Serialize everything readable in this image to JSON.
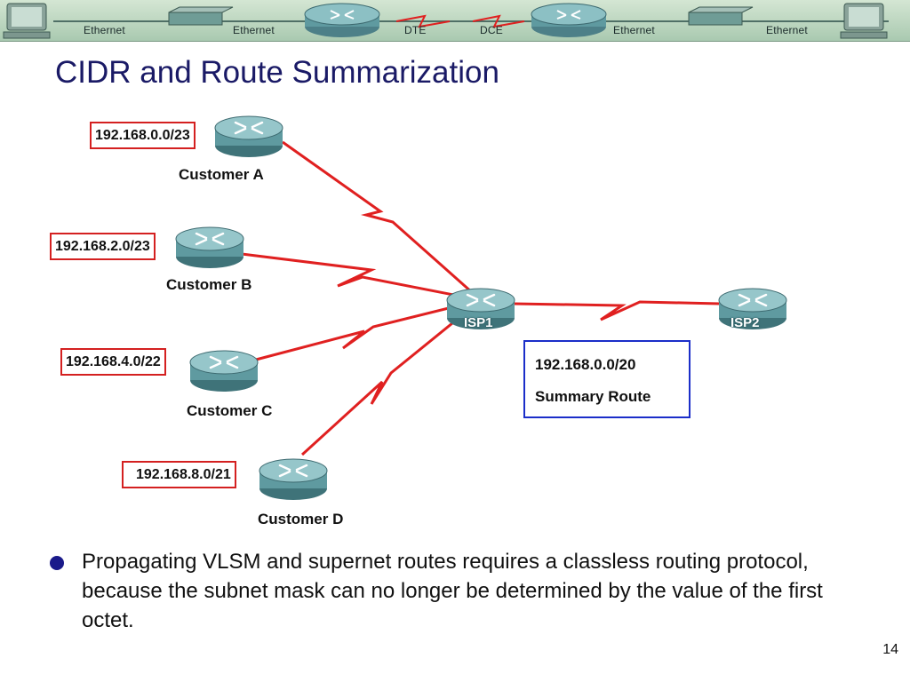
{
  "banner": {
    "labels": [
      "Ethernet",
      "Ethernet",
      "DTE",
      "DCE",
      "Ethernet",
      "Ethernet"
    ]
  },
  "title": "CIDR and Route Summarization",
  "customers": [
    {
      "name": "Customer A",
      "prefix": "192.168.0.0/23"
    },
    {
      "name": "Customer B",
      "prefix": "192.168.2.0/23"
    },
    {
      "name": "Customer C",
      "prefix": "192.168.4.0/22"
    },
    {
      "name": "Customer D",
      "prefix": "192.168.8.0/21"
    }
  ],
  "isp1": {
    "name": "ISP1"
  },
  "isp2": {
    "name": "ISP2"
  },
  "summary": {
    "prefix": "192.168.0.0/20",
    "label": "Summary Route"
  },
  "bullet_text": "Propagating VLSM and supernet routes requires a classless routing protocol, because the subnet mask can no longer be determined by the value of the first octet.",
  "page_number": "14",
  "colors": {
    "title": "#1a1a66",
    "link": "#e02020",
    "prefix_border": "#d42020",
    "summary_border": "#1b2ec9",
    "router_body": "#5f9aa0",
    "banner": "#b8d4bd"
  },
  "icons": [
    "computer-icon",
    "switch-icon",
    "router-icon",
    "serial-link-icon"
  ]
}
